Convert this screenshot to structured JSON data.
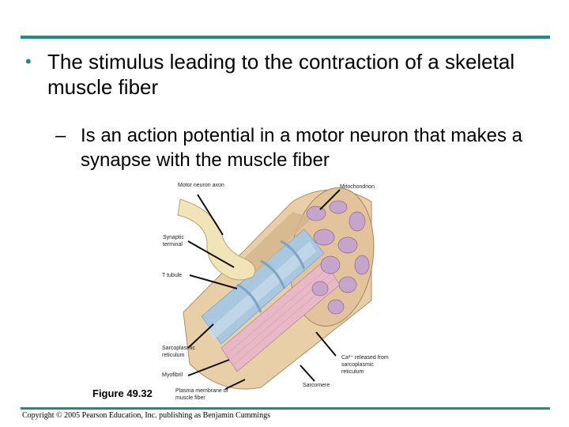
{
  "slide": {
    "bullet_marker": "•",
    "bullet_text": "The stimulus leading to the contraction of a skeletal muscle fiber",
    "sub_marker": "–",
    "sub_text": "Is an action potential in a motor neuron that makes a synapse with the muscle fiber",
    "figure_caption": "Figure 49.32",
    "copyright": "Copyright © 2005 Pearson Education, Inc. publishing as Benjamin Cummings"
  },
  "figure": {
    "labels": {
      "motor_neuron_axon": "Motor neuron axon",
      "mitochondrion": "Mitochondrion",
      "synaptic_terminal": "Synaptic terminal",
      "t_tubule": "T tubule",
      "sarcoplasmic_reticulum": "Sarcoplasmic reticulum",
      "ca_released": "Ca²⁺ released from sarcoplasmic reticulum",
      "myofibril": "Myofibril",
      "plasma_membrane": "Plasma membrane of muscle fiber",
      "sarcomere": "Sarcomere"
    }
  },
  "colors": {
    "accent": "#1f8a8a",
    "fiber": "#e9cfa8",
    "myofibril": "#e8b8c6",
    "reticulum": "#a9c7de",
    "mitochondria": "#c7a4c9",
    "neuron": "#f1e4b8"
  }
}
